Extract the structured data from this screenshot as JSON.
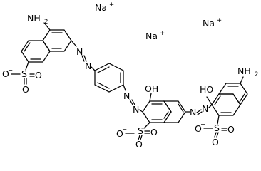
{
  "ions": {
    "na1": "Na",
    "na2": "Na",
    "na3": "Na",
    "plus": "+"
  },
  "groups": {
    "nh2": "NH",
    "two": "2",
    "oh": "OH",
    "ho": "HO",
    "s": "S",
    "o": "O",
    "n": "N",
    "minus": "−"
  }
}
